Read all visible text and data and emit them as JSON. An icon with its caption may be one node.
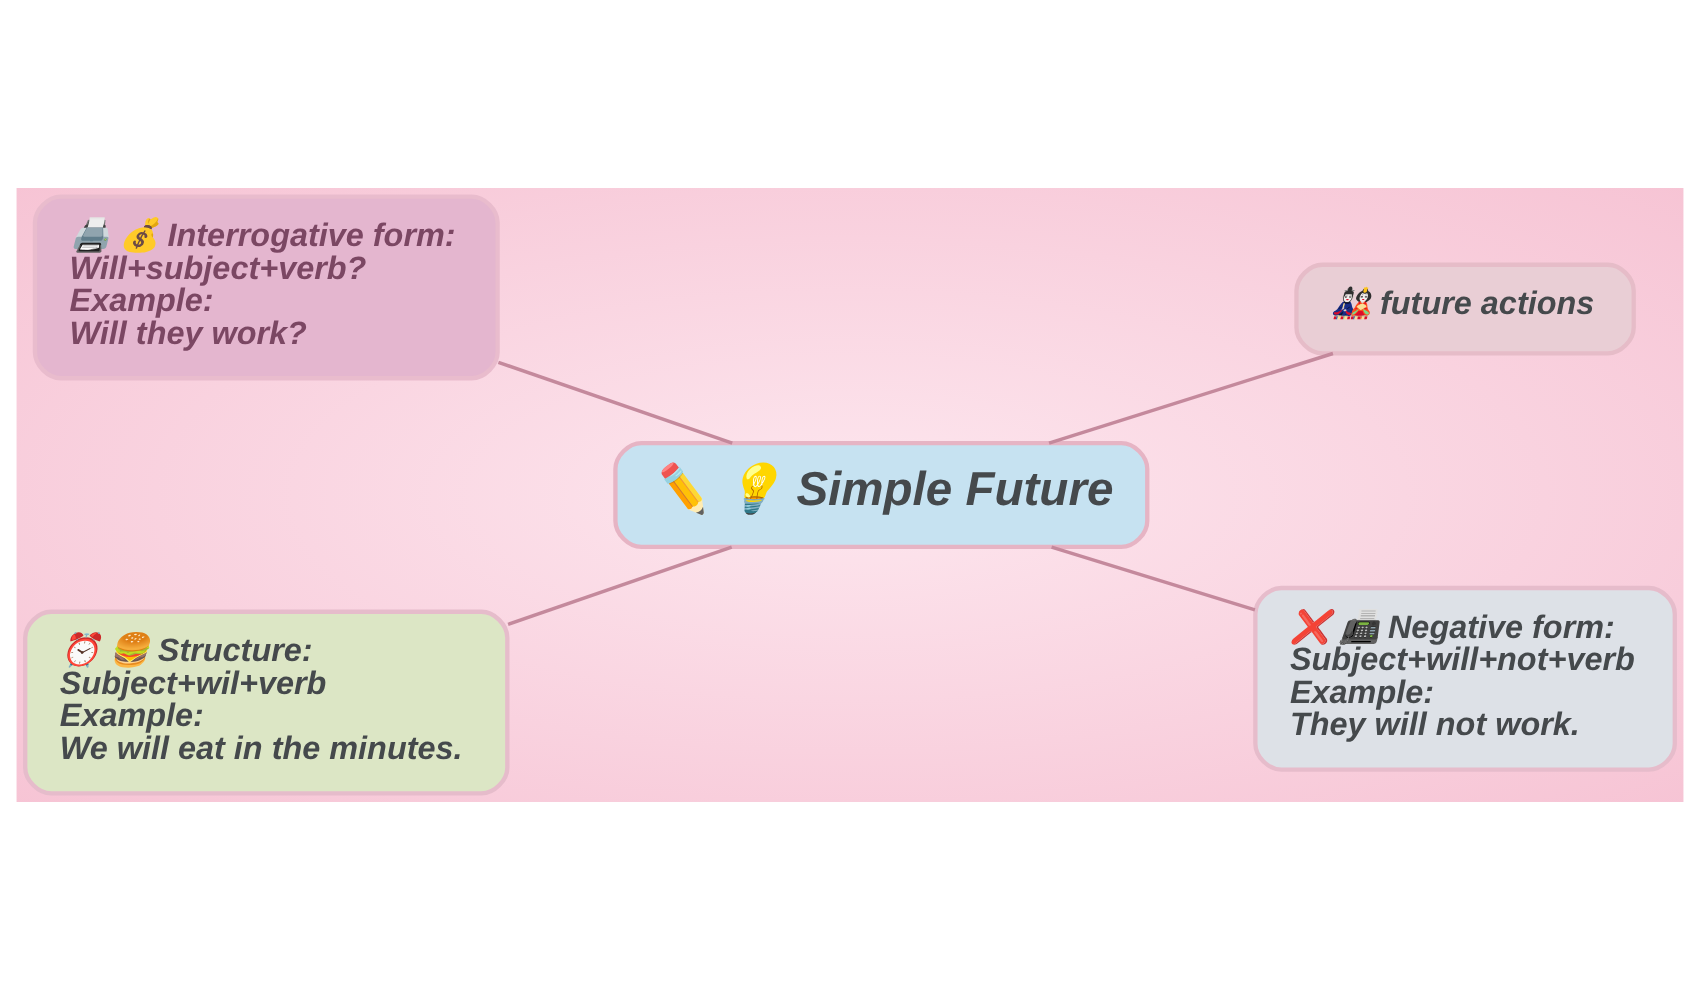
{
  "diagram": {
    "nodes": [
      {
        "text": [
          "✏️ 💡 Simple Future"
        ]
      },
      {
        "text": [
          "🖨️ 💰 Interrogative form:",
          "Will+subject+verb?",
          "Example:",
          "Will they work?"
        ]
      },
      {
        "text": [
          "🎎 future actions"
        ]
      },
      {
        "text": [
          "⏰ 🍔 Structure:",
          "Subject+wil+verb",
          "Example:",
          "We will eat in the minutes."
        ]
      },
      {
        "text": [
          "❌ 📠 Negative form:",
          "Subject+will+not+verb",
          "Example:",
          "They will not work."
        ]
      }
    ],
    "edges": [
      {
        "from": 0,
        "to": 1,
        "arrow": "none"
      },
      {
        "from": 0,
        "to": 2,
        "arrow": "none"
      },
      {
        "from": 0,
        "to": 3,
        "arrow": "none"
      },
      {
        "from": 0,
        "to": 4,
        "arrow": "none"
      }
    ]
  }
}
